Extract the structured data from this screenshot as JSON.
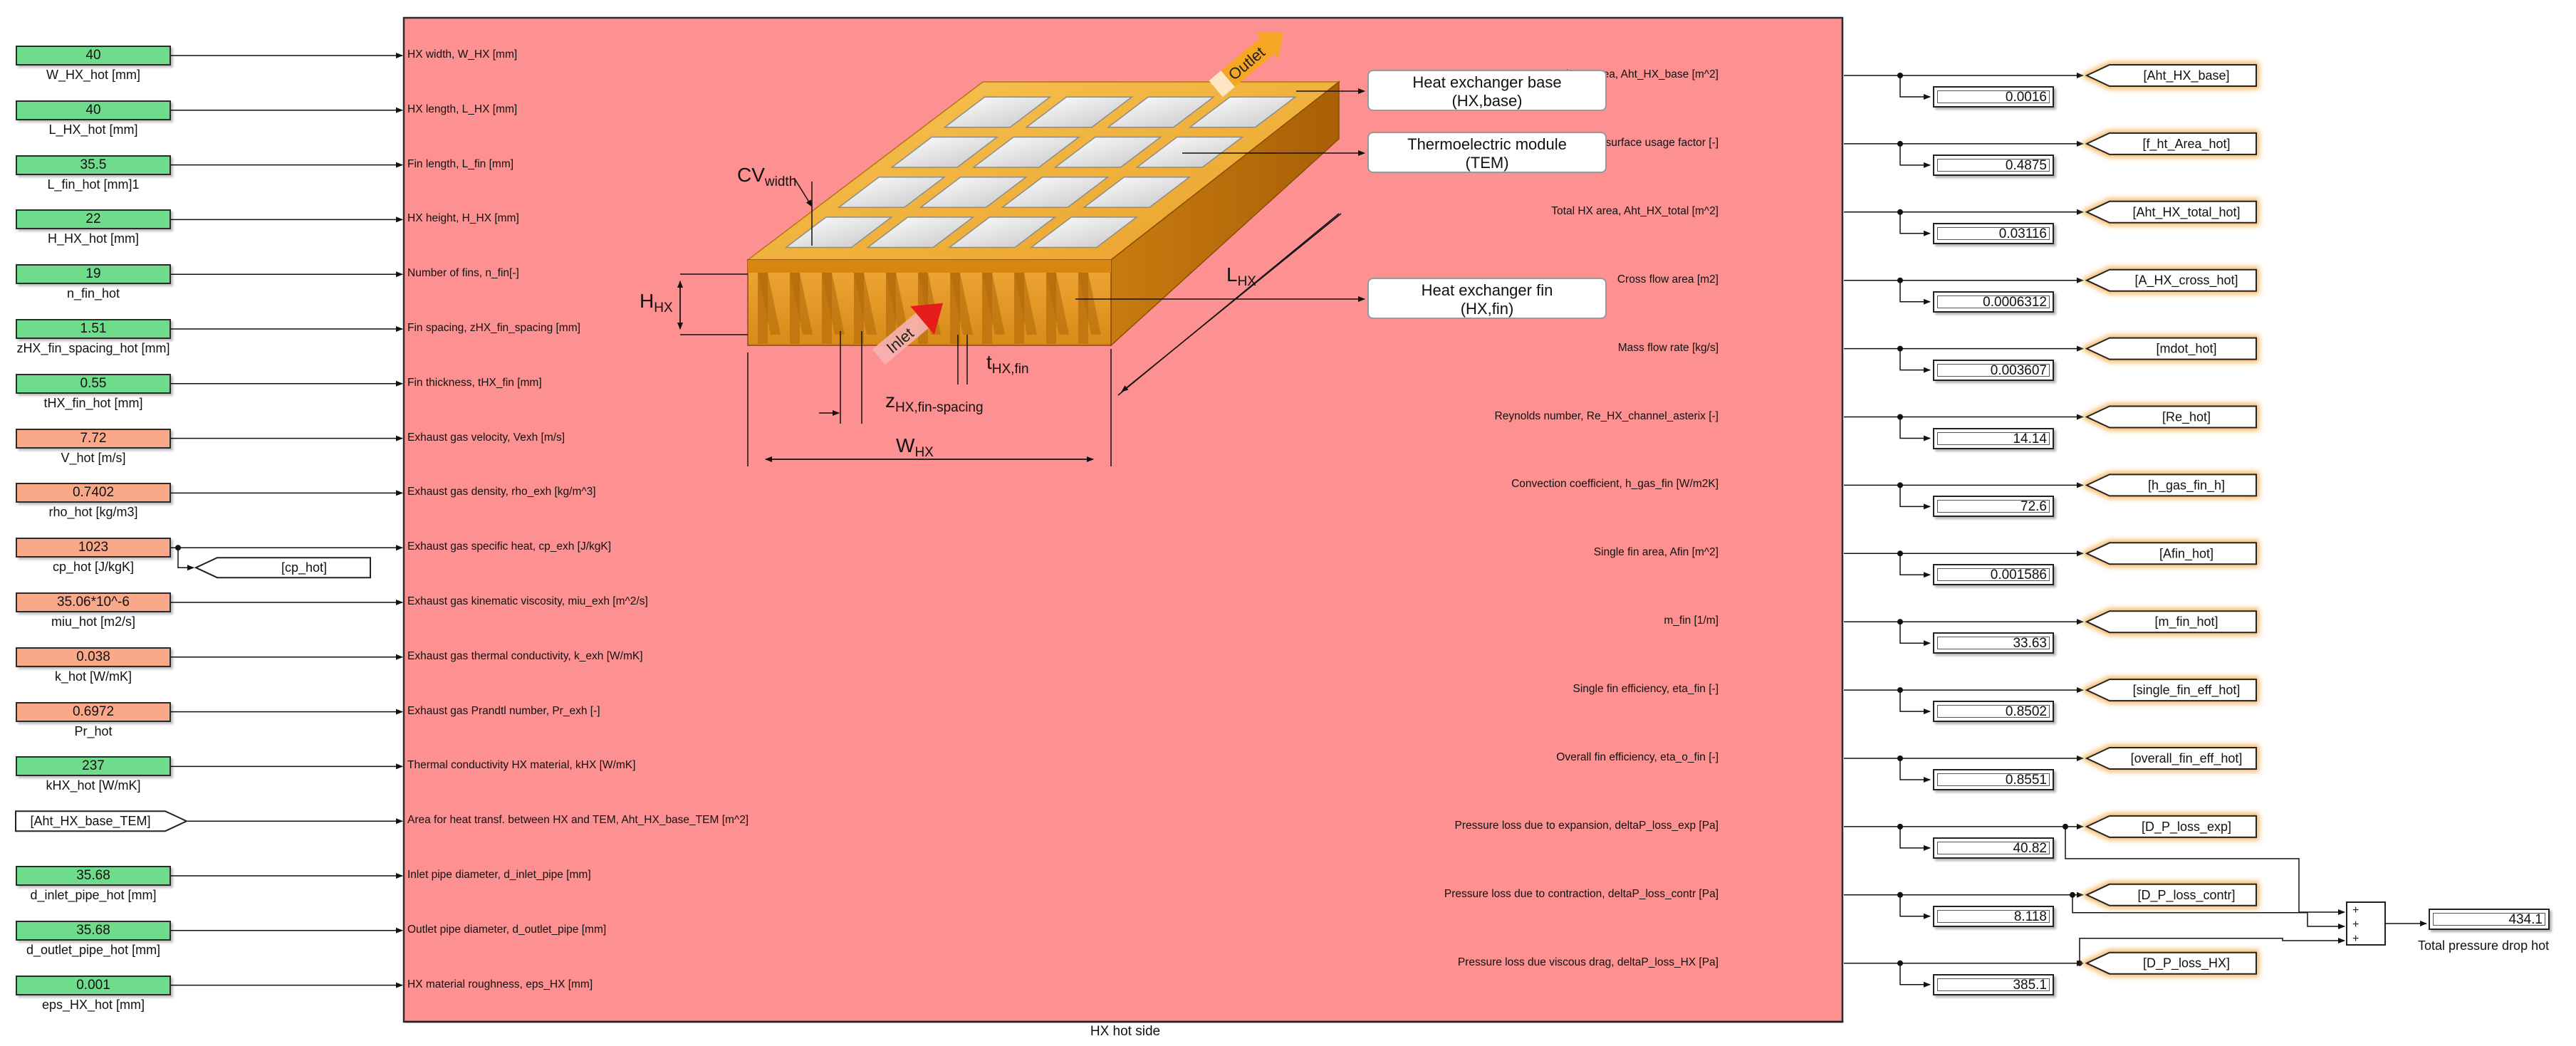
{
  "subsystem": {
    "title": "HX hot side"
  },
  "colors": {
    "geometry_input": "#6fdc8c",
    "gas_input": "#f9a98a",
    "subsystem_fill": "#fd9090",
    "tag_glow": "#f5a640"
  },
  "inputs": [
    {
      "value": "40",
      "label": "W_HX_hot [mm]",
      "port": "HX width, W_HX [mm]",
      "kind": "geometry"
    },
    {
      "value": "40",
      "label": "L_HX_hot [mm]",
      "port": "HX length, L_HX [mm]",
      "kind": "geometry"
    },
    {
      "value": "35.5",
      "label": "L_fin_hot [mm]1",
      "port": "Fin length, L_fin [mm]",
      "kind": "geometry"
    },
    {
      "value": "22",
      "label": "H_HX_hot [mm]",
      "port": "HX height, H_HX [mm]",
      "kind": "geometry"
    },
    {
      "value": "19",
      "label": "n_fin_hot",
      "port": "Number of fins, n_fin[-]",
      "kind": "geometry"
    },
    {
      "value": "1.51",
      "label": "zHX_fin_spacing_hot [mm]",
      "port": "Fin spacing, zHX_fin_spacing [mm]",
      "kind": "geometry"
    },
    {
      "value": "0.55",
      "label": "tHX_fin_hot [mm]",
      "port": "Fin thickness, tHX_fin [mm]",
      "kind": "geometry"
    },
    {
      "value": "7.72",
      "label": "V_hot [m/s]",
      "port": "Exhaust gas velocity, Vexh [m/s]",
      "kind": "gas"
    },
    {
      "value": "0.7402",
      "label": "rho_hot [kg/m3]",
      "port": "Exhaust gas density, rho_exh [kg/m^3]",
      "kind": "gas"
    },
    {
      "value": "1023",
      "label": "cp_hot [J/kgK]",
      "port": "Exhaust gas specific heat, cp_exh [J/kgK]",
      "kind": "gas"
    },
    {
      "value": "35.06*10^-6",
      "label": "miu_hot [m2/s]",
      "port": "Exhaust gas kinematic viscosity, miu_exh [m^2/s]",
      "kind": "gas"
    },
    {
      "value": "0.038",
      "label": "k_hot [W/mK]",
      "port": "Exhaust gas thermal conductivity, k_exh [W/mK]",
      "kind": "gas"
    },
    {
      "value": "0.6972",
      "label": "Pr_hot",
      "port": "Exhaust gas Prandtl number, Pr_exh [-]",
      "kind": "gas"
    },
    {
      "value": "237",
      "label": "kHX_hot [W/mK]",
      "port": "Thermal conductivity HX material, kHX [W/mK]",
      "kind": "geometry"
    },
    {
      "value": "[Aht_HX_base_TEM]",
      "label": "",
      "port": "Area for heat transf. between HX and TEM, Aht_HX_base_TEM [m^2]",
      "kind": "from"
    },
    {
      "value": "35.68",
      "label": "d_inlet_pipe_hot [mm]",
      "port": "Inlet pipe diameter, d_inlet_pipe [mm]",
      "kind": "geometry"
    },
    {
      "value": "35.68",
      "label": "d_outlet_pipe_hot [mm]",
      "port": "Outlet pipe diameter, d_outlet_pipe [mm]",
      "kind": "geometry"
    },
    {
      "value": "0.001",
      "label": "eps_HX_hot [mm]",
      "port": "HX material roughness, eps_HX [mm]",
      "kind": "geometry"
    }
  ],
  "cp_goto_tag": "[cp_hot]",
  "outputs": [
    {
      "port": "HX base area, Aht_HX_base [m^2]",
      "display": "0.0016",
      "tag": "[Aht_HX_base]"
    },
    {
      "port": "Heat transfer surface usage factor [-]",
      "display": "0.4875",
      "tag": "[f_ht_Area_hot]"
    },
    {
      "port": "Total HX area, Aht_HX_total [m^2]",
      "display": "0.03116",
      "tag": "[Aht_HX_total_hot]"
    },
    {
      "port": "Cross flow area [m2]",
      "display": "0.0006312",
      "tag": "[A_HX_cross_hot]"
    },
    {
      "port": "Mass flow rate [kg/s]",
      "display": "0.003607",
      "tag": "[mdot_hot]"
    },
    {
      "port": "Reynolds number, Re_HX_channel_asterix [-]",
      "display": "14.14",
      "tag": "[Re_hot]"
    },
    {
      "port": "Convection coefficient, h_gas_fin [W/m2K]",
      "display": "72.6",
      "tag": "[h_gas_fin_h]"
    },
    {
      "port": "Single fin area, Afin [m^2]",
      "display": "0.001586",
      "tag": "[Afin_hot]"
    },
    {
      "port": "m_fin [1/m]",
      "display": "33.63",
      "tag": "[m_fin_hot]"
    },
    {
      "port": "Single fin efficiency, eta_fin [-]",
      "display": "0.8502",
      "tag": "[single_fin_eff_hot]"
    },
    {
      "port": "Overall fin efficiency, eta_o_fin [-]",
      "display": "0.8551",
      "tag": "[overall_fin_eff_hot]"
    },
    {
      "port": "Pressure loss due to expansion, deltaP_loss_exp [Pa]",
      "display": "40.82",
      "tag": "[D_P_loss_exp]"
    },
    {
      "port": "Pressure loss due to contraction, deltaP_loss_contr [Pa]",
      "display": "8.118",
      "tag": "[D_P_loss_contr]"
    },
    {
      "port": "Pressure loss due viscous drag, deltaP_loss_HX [Pa]",
      "display": "385.1",
      "tag": "[D_P_loss_HX]"
    }
  ],
  "sum_block": {
    "signs": [
      "+",
      "+",
      "+"
    ]
  },
  "total": {
    "value": "434.1",
    "label": "Total pressure drop hot"
  },
  "figure": {
    "callouts": [
      {
        "line1": "Heat exchanger base",
        "line2": "(HX,base)"
      },
      {
        "line1": "Thermoelectric module",
        "line2": "(TEM)"
      },
      {
        "line1": "Heat exchanger fin",
        "line2": "(HX,fin)"
      }
    ],
    "outlet_label": "Outlet",
    "inlet_label": "Inlet",
    "dims": {
      "cv": "CV",
      "cv_sub": "width",
      "h": "H",
      "h_sub": "HX",
      "l": "L",
      "l_sub": "HX",
      "w": "W",
      "w_sub": "HX",
      "t": "t",
      "t_sub": "HX,fin",
      "z": "z",
      "z_sub": "HX,fin-spacing"
    }
  }
}
